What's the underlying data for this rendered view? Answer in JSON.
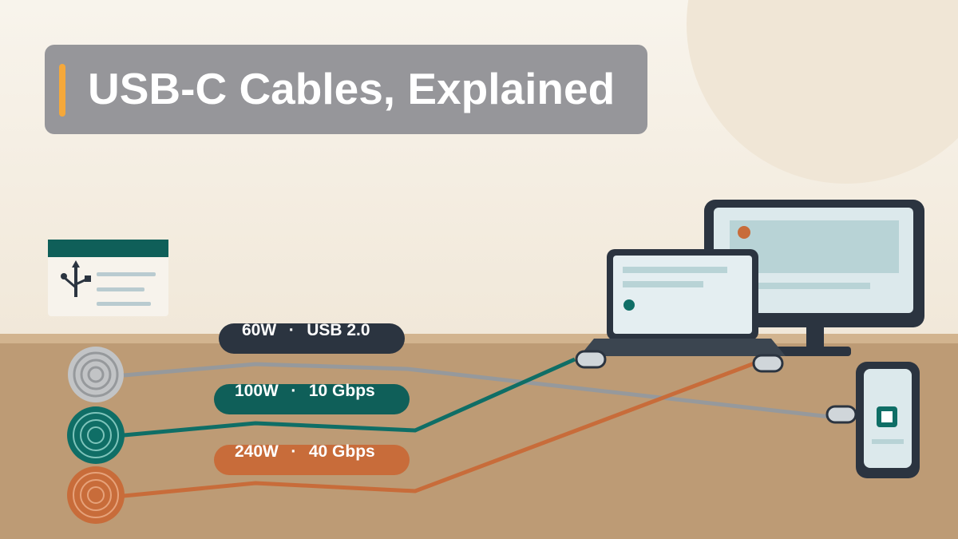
{
  "title": {
    "text": "USB-C Cables, Explained"
  },
  "cables": [
    {
      "power": "60W",
      "separator": "·",
      "spec": "USB 2.0",
      "color": "#96999c"
    },
    {
      "power": "100W",
      "separator": "·",
      "spec": "10 Gbps",
      "color": "#0f6e66"
    },
    {
      "power": "240W",
      "separator": "·",
      "spec": "40 Gbps",
      "color": "#c86c3a"
    }
  ],
  "icons": {
    "usb_card": "usb-symbol-icon",
    "monitor": "monitor-icon",
    "laptop": "laptop-icon",
    "phone": "phone-icon"
  },
  "colors": {
    "background": "#f4ecdf",
    "desk": "#bd9b75",
    "dark": "#2b3440",
    "teal": "#0f5f59",
    "orange": "#c86c3a",
    "accent": "#f5a83a",
    "title_box": "#96969a"
  }
}
